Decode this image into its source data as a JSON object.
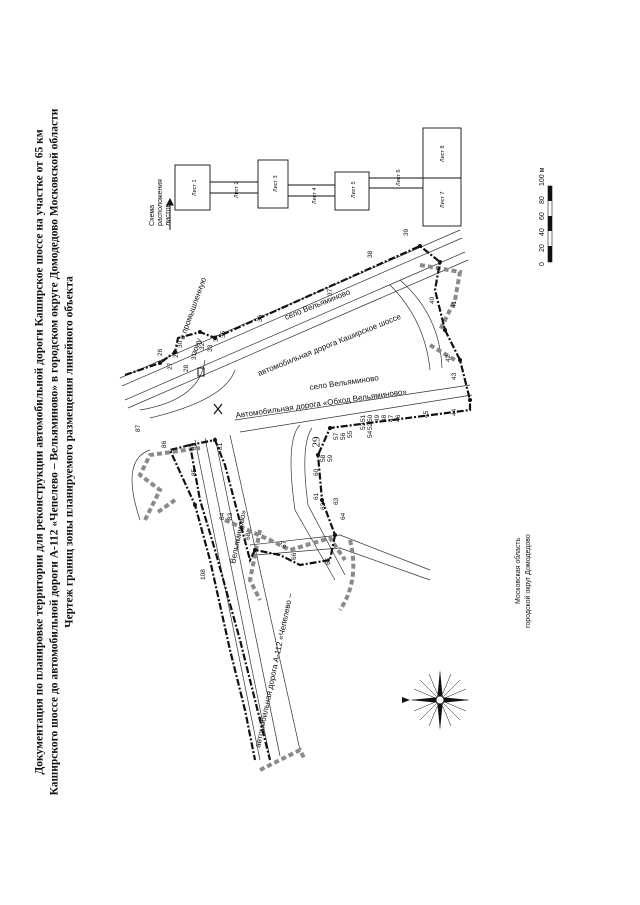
{
  "page_number": "29",
  "title": {
    "line1": "Документация по планировке территории для реконструкции автомобильной дороги Каширское шоссе на участке от 65 км",
    "line2": "Каширского шоссе до автомобильной дороги А-112 «Чепелево – Вельяминово» в городском округе Домодедово Московской области",
    "line3": "Чертеж границ зоны планируемого размещения линейного объекта"
  },
  "location": {
    "region": "Московская область",
    "district": "городской округ Домодедово"
  },
  "scale_bar": {
    "labels": [
      "0",
      "20",
      "40",
      "60",
      "80",
      "100 м"
    ]
  },
  "sheet_scheme": {
    "title_line1": "Схема",
    "title_line2": "расположения",
    "title_line3": "листов",
    "sheets": [
      "Лист 1",
      "Лист 2",
      "Лист 3",
      "Лист 4",
      "Лист 5",
      "Лист 6",
      "Лист 7",
      "Лист 8"
    ]
  },
  "map_labels": {
    "kashirskoe": "автомобильная дорога Каширское шоссе",
    "velyaminovo_top": "село Вельяминово",
    "velyaminovo_mid": "село Вельяминово",
    "bypass": "Автомобильная дорога «Обход Вельяминово»",
    "a112": "автомобильная дорога А-112 «Чепелево –",
    "a112_cont": "Вельяминово»",
    "industrial": "в промышленную",
    "industrial_cont": "зону"
  },
  "point_labels": [
    "26",
    "27",
    "28",
    "29",
    "30",
    "31",
    "32",
    "33",
    "34",
    "35",
    "36",
    "37",
    "38",
    "39",
    "40",
    "41",
    "42",
    "43",
    "44",
    "45",
    "46",
    "47",
    "48",
    "49",
    "50",
    "51",
    "52",
    "53",
    "54",
    "55",
    "56",
    "57",
    "58",
    "59",
    "60",
    "61",
    "62",
    "63",
    "64",
    "65",
    "66",
    "67",
    "68",
    "81",
    "82",
    "83",
    "84",
    "85",
    "86",
    "87",
    "108"
  ],
  "colors": {
    "ink": "#111111",
    "boundary": "#8a8a8a",
    "zone_fill": "#bdbdbd"
  }
}
